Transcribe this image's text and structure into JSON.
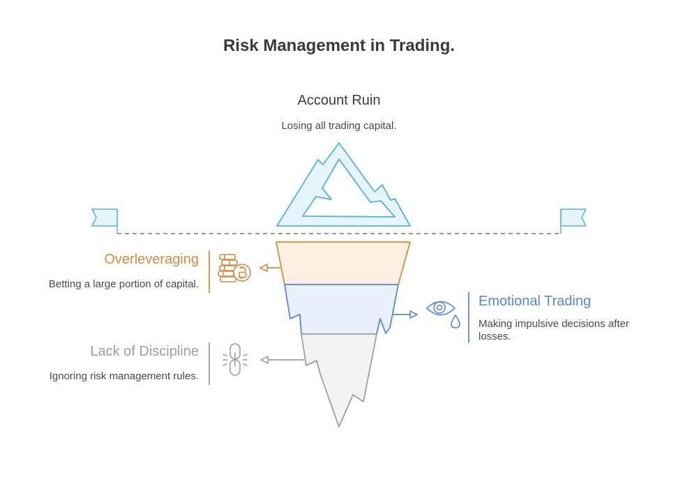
{
  "title": "Risk Management in Trading.",
  "top": {
    "heading": "Account Ruin",
    "description": "Losing all trading capital."
  },
  "layers": [
    {
      "heading": "Overleveraging",
      "description": "Betting a large portion of capital.",
      "color": "#d88a3c",
      "fill": "#fdf0e3",
      "icon": "bitcoin-coins-icon"
    },
    {
      "heading": "Emotional Trading",
      "description": "Making impulsive decisions after losses.",
      "color": "#5b86d6",
      "fill": "#e9f0fc",
      "icon": "eye-tear-icon"
    },
    {
      "heading": "Lack of Discipline",
      "description": "Ignoring risk management rules.",
      "color": "#9e9e9e",
      "fill": "#f3f3f3",
      "icon": "broken-chain-icon"
    }
  ],
  "colors": {
    "tip": "#4fb4dc",
    "tip_fill": "#e6f5fb",
    "title": "#3a3a3a"
  }
}
